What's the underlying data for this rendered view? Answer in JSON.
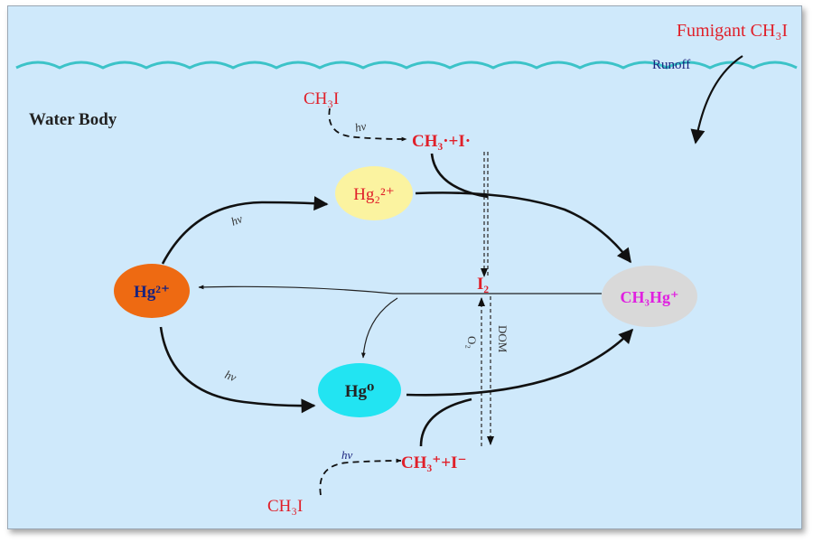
{
  "labels": {
    "fumigant": "Fumigant CH₃I",
    "runoff": "Runoff",
    "water_body": "Water Body",
    "ch3i_top": "CH₃I",
    "ch3i_bottom": "CH₃I",
    "hv_top": "hν",
    "hv_bottom": "hν",
    "hv_upper_arc": "hν",
    "hv_lower_arc": "hν",
    "radical_top": "CH₃·+I·",
    "ion_bottom": "CH₃⁺+I⁻",
    "i2": "I₂",
    "o2": "O₂",
    "dom": "DOM"
  },
  "nodes": {
    "hg2plus": "Hg²⁺",
    "hg2_2plus": "Hg₂²⁺",
    "hg0": "Hg⁰",
    "ch3hg": "CH₃Hg⁺"
  },
  "colors": {
    "water": "#cfe9fb",
    "wave": "#3cc3c8",
    "red_text": "#e0202a",
    "navy_text": "#1a237e",
    "hg2plus_fill": "#ee6a12",
    "hg2_2plus_fill": "#fbf3a0",
    "hg0_fill": "#22e4f2",
    "ch3hg_fill": "#d9d9d9",
    "ch3hg_text": "#e020e0"
  }
}
